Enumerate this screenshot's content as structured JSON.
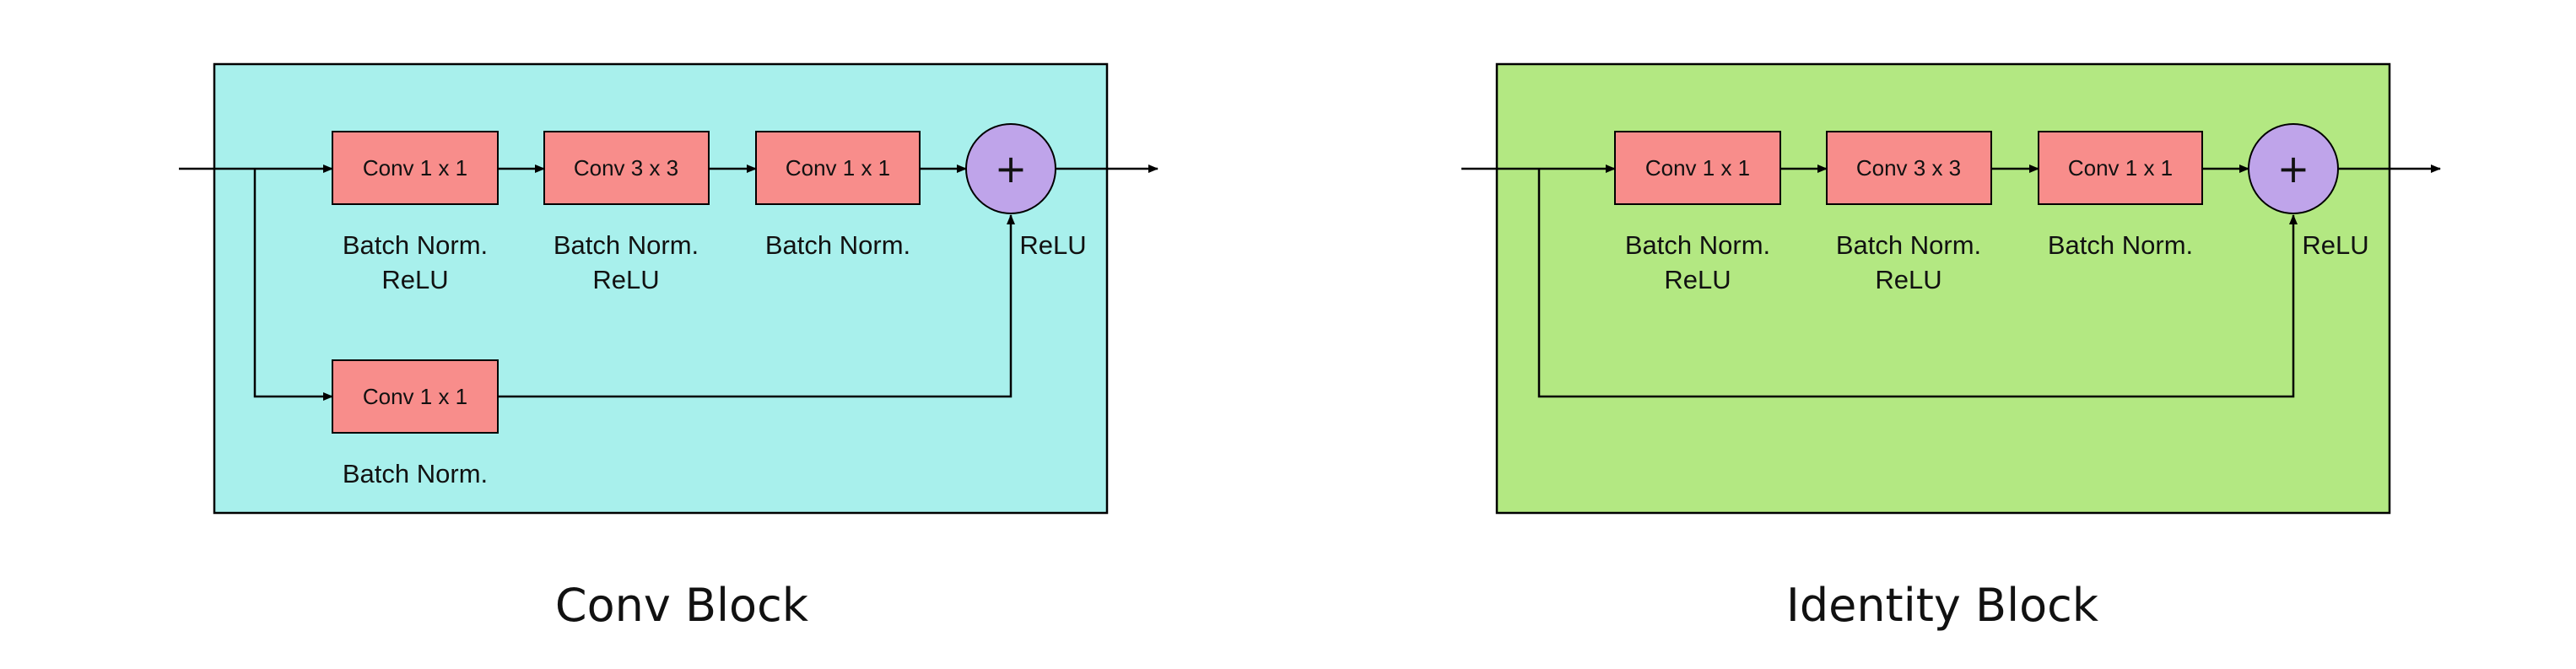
{
  "colors": {
    "conv_panel": "#a8f0ec",
    "identity_panel": "#b3e882",
    "layer_box": "#f88d8b",
    "add_node": "#bfa4ea",
    "line": "#000000"
  },
  "conv_block": {
    "caption": "Conv Block",
    "main_path": [
      {
        "label": "Conv 1 x 1",
        "note_1": "Batch Norm.",
        "note_2": "ReLU"
      },
      {
        "label": "Conv 3 x 3",
        "note_1": "Batch Norm.",
        "note_2": "ReLU"
      },
      {
        "label": "Conv 1 x 1",
        "note_1": "Batch Norm.",
        "note_2": ""
      }
    ],
    "shortcut": {
      "label": "Conv 1 x 1",
      "note_1": "Batch Norm."
    },
    "add_symbol": "+",
    "add_note": "ReLU"
  },
  "identity_block": {
    "caption": "Identity Block",
    "main_path": [
      {
        "label": "Conv 1 x 1",
        "note_1": "Batch Norm.",
        "note_2": "ReLU"
      },
      {
        "label": "Conv 3 x 3",
        "note_1": "Batch Norm.",
        "note_2": "ReLU"
      },
      {
        "label": "Conv 1 x 1",
        "note_1": "Batch Norm.",
        "note_2": ""
      }
    ],
    "add_symbol": "+",
    "add_note": "ReLU"
  }
}
